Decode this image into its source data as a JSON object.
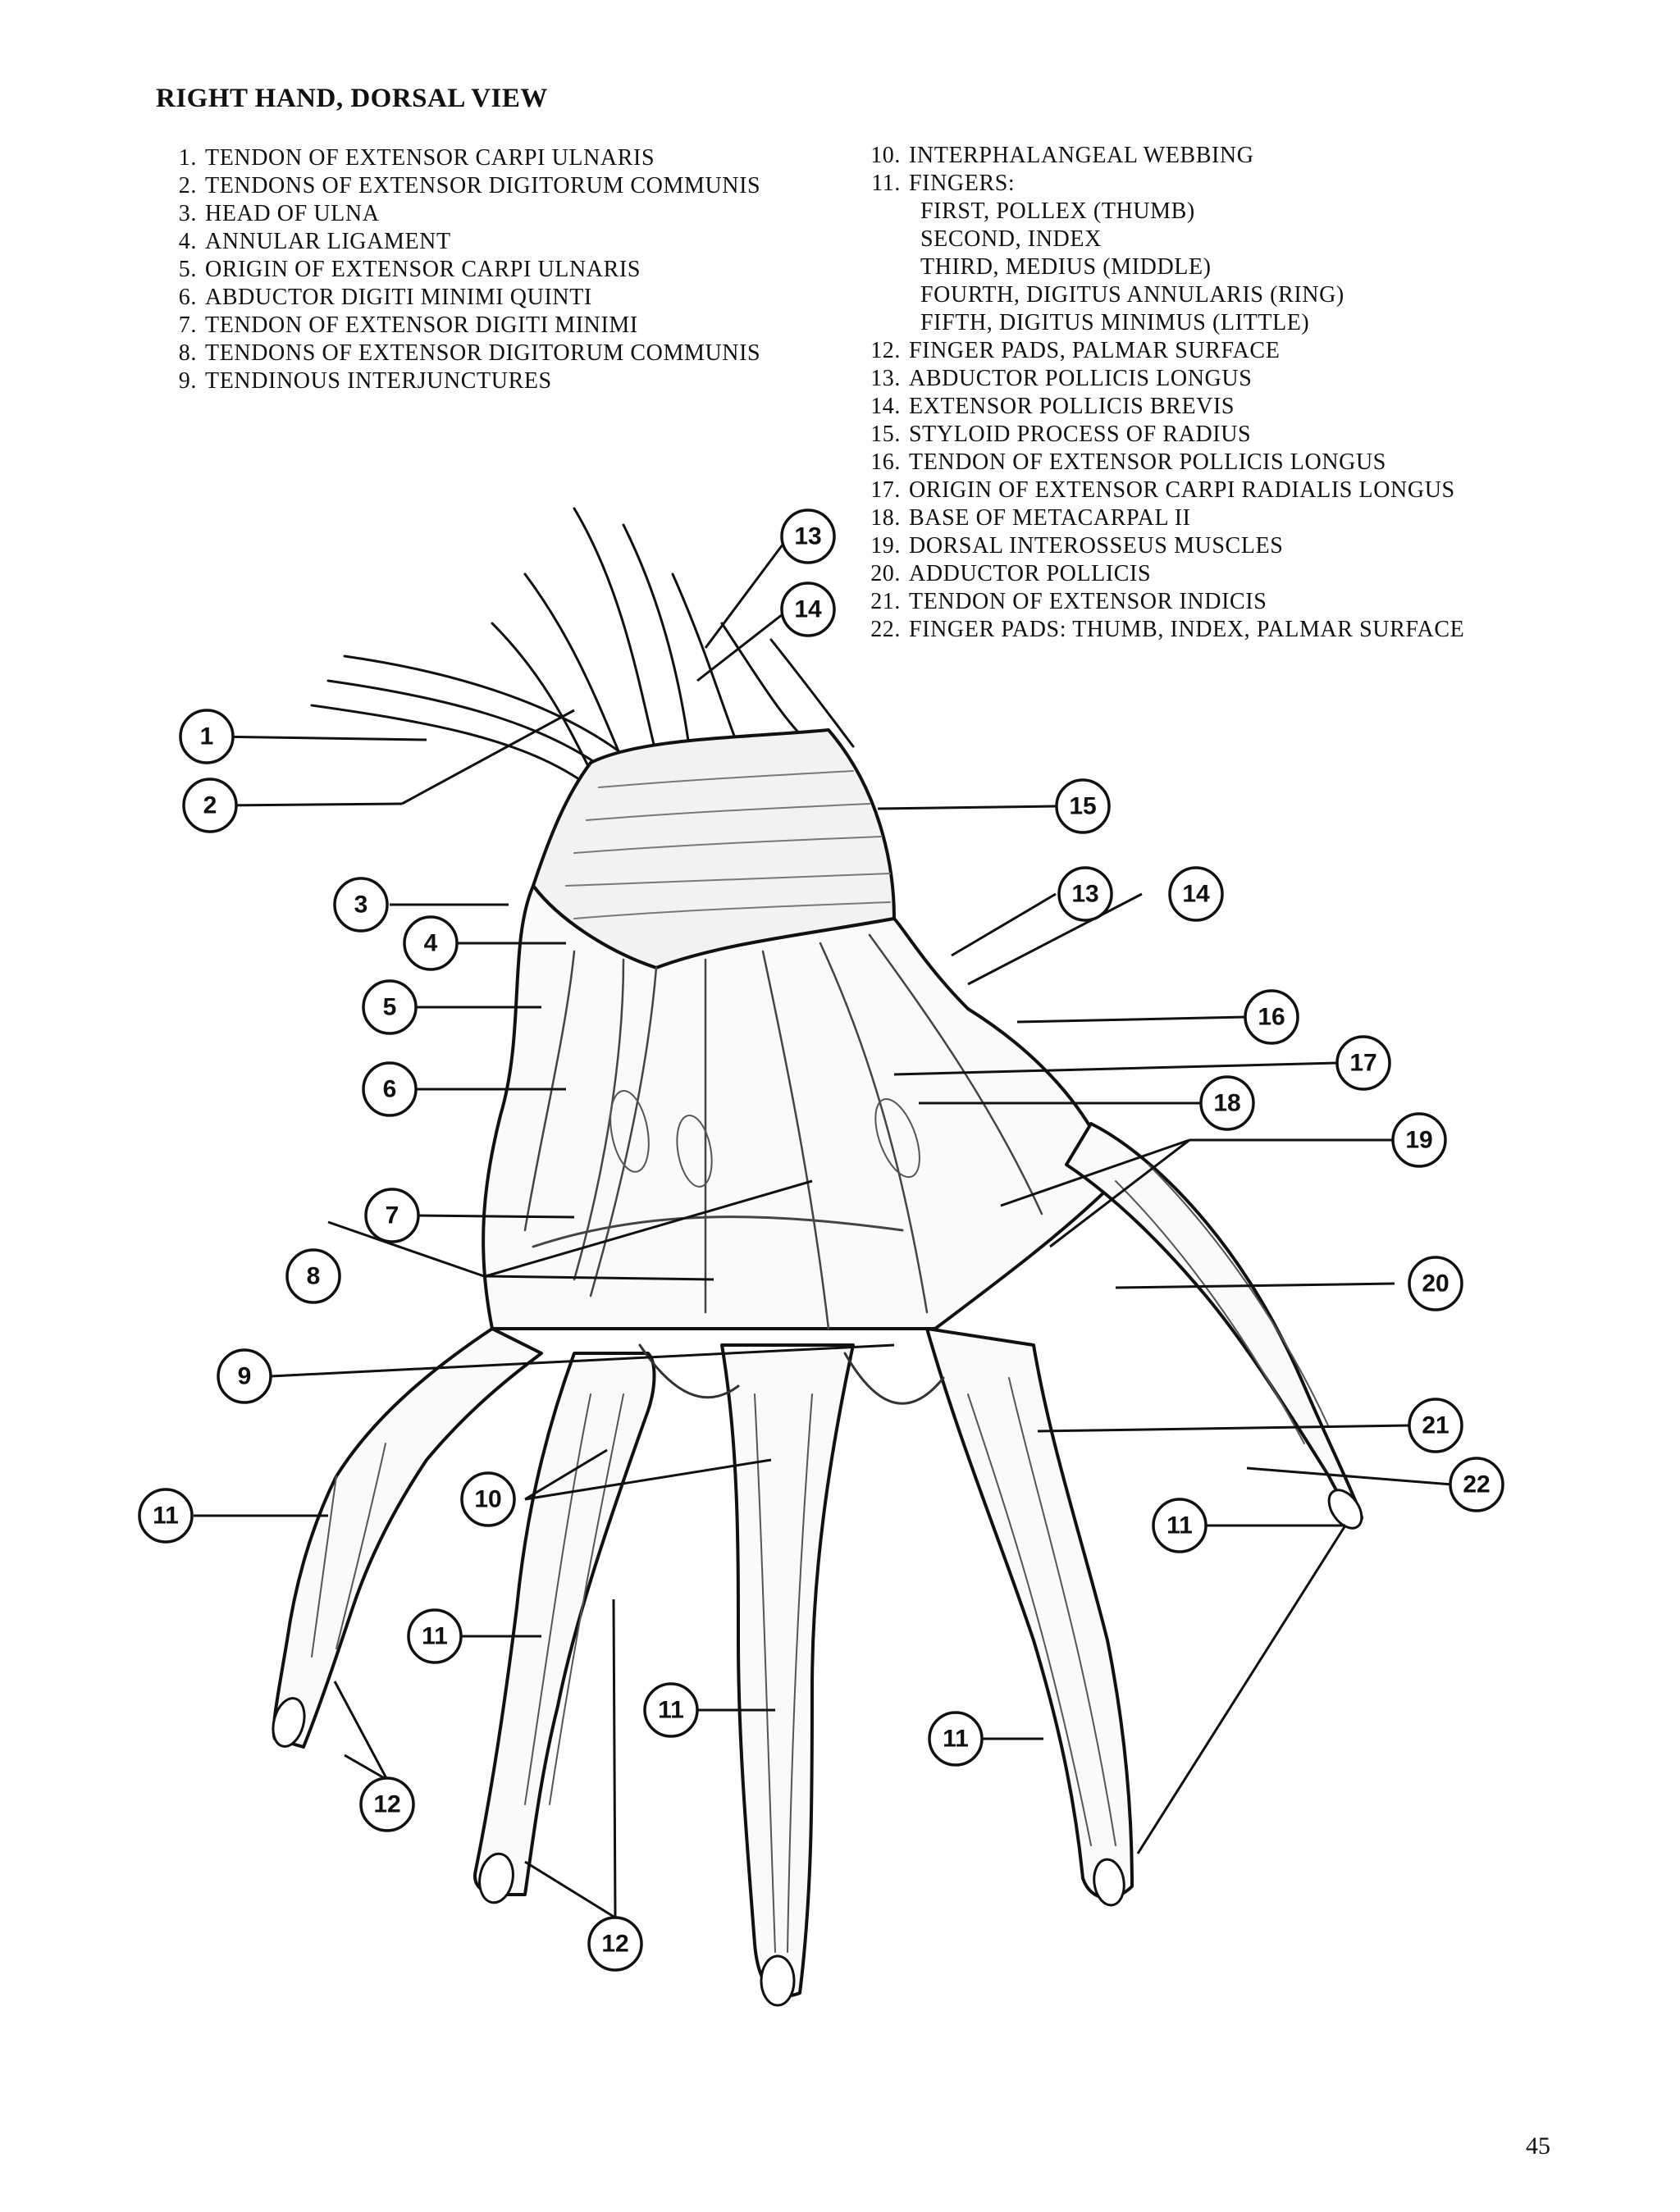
{
  "title": "RIGHT HAND, DORSAL VIEW",
  "page_number": "45",
  "legend_left": [
    {
      "num": "1.",
      "text": "TENDON OF EXTENSOR CARPI ULNARIS"
    },
    {
      "num": "2.",
      "text": "TENDONS OF EXTENSOR DIGITORUM COMMUNIS"
    },
    {
      "num": "3.",
      "text": "HEAD OF ULNA"
    },
    {
      "num": "4.",
      "text": "ANNULAR LIGAMENT"
    },
    {
      "num": "5.",
      "text": "ORIGIN OF EXTENSOR CARPI ULNARIS"
    },
    {
      "num": "6.",
      "text": "ABDUCTOR DIGITI MINIMI QUINTI"
    },
    {
      "num": "7.",
      "text": "TENDON OF EXTENSOR DIGITI MINIMI"
    },
    {
      "num": "8.",
      "text": "TENDONS OF EXTENSOR DIGITORUM COMMUNIS"
    },
    {
      "num": "9.",
      "text": "TENDINOUS INTERJUNCTURES"
    }
  ],
  "legend_right": [
    {
      "num": "10.",
      "text": "INTERPHALANGEAL WEBBING"
    },
    {
      "num": "11.",
      "text": "FINGERS:"
    },
    {
      "num": "",
      "text": "FIRST, POLLEX (THUMB)",
      "sub": true
    },
    {
      "num": "",
      "text": "SECOND, INDEX",
      "sub": true
    },
    {
      "num": "",
      "text": "THIRD, MEDIUS (MIDDLE)",
      "sub": true
    },
    {
      "num": "",
      "text": "FOURTH, DIGITUS ANNULARIS (RING)",
      "sub": true
    },
    {
      "num": "",
      "text": "FIFTH, DIGITUS MINIMUS (LITTLE)",
      "sub": true
    },
    {
      "num": "12.",
      "text": "FINGER PADS, PALMAR SURFACE"
    },
    {
      "num": "13.",
      "text": "ABDUCTOR POLLICIS LONGUS"
    },
    {
      "num": "14.",
      "text": "EXTENSOR POLLICIS BREVIS"
    },
    {
      "num": "15.",
      "text": "STYLOID PROCESS OF RADIUS"
    },
    {
      "num": "16.",
      "text": "TENDON OF EXTENSOR POLLICIS LONGUS"
    },
    {
      "num": "17.",
      "text": "ORIGIN OF EXTENSOR CARPI RADIALIS LONGUS"
    },
    {
      "num": "18.",
      "text": "BASE OF METACARPAL II"
    },
    {
      "num": "19.",
      "text": "DORSAL INTEROSSEUS MUSCLES"
    },
    {
      "num": "20.",
      "text": "ADDUCTOR POLLICIS"
    },
    {
      "num": "21.",
      "text": "TENDON OF EXTENSOR INDICIS"
    },
    {
      "num": "22.",
      "text": "FINGER PADS: THUMB, INDEX, PALMAR SURFACE"
    }
  ],
  "callouts": [
    "13",
    "14",
    "1",
    "2",
    "15",
    "3",
    "13",
    "14",
    "4",
    "5",
    "16",
    "17",
    "6",
    "18",
    "19",
    "7",
    "8",
    "20",
    "9",
    "21",
    "10",
    "22",
    "11",
    "11",
    "11",
    "11",
    "11",
    "12",
    "12"
  ]
}
